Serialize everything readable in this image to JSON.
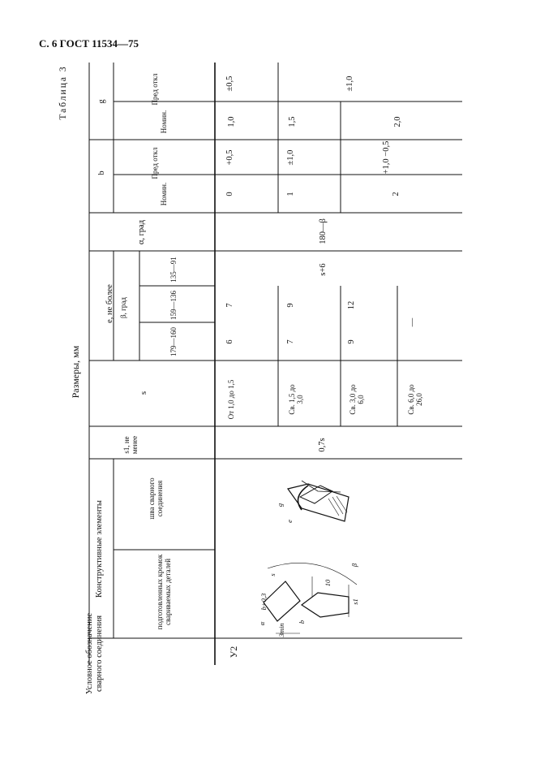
{
  "page_header": "С. 6 ГОСТ 11534—75",
  "table_title": "Таблица 3",
  "units": "Размеры, мм",
  "columns": {
    "designation": "Условное обозначение сварного соединения",
    "elements": "Конструктивные элементы",
    "prepared_edges": "подготовленных кромок свариваемых деталей",
    "weld": "шва сварного соединения",
    "s1": "s1, не менее",
    "s": "s",
    "e": "e, не более",
    "beta": "β, град",
    "beta_ranges": [
      "179—160",
      "159—136",
      "135—91"
    ],
    "alpha": "α, град",
    "b": "b",
    "g": "g",
    "nom": "Номин.",
    "tol": "Пред откл"
  },
  "row": {
    "designation": "У2",
    "s1": "0,7s",
    "s_ranges": [
      "От 1,0 до 1,5",
      "Св. 1,5 до 3,0",
      "Св. 3,0 до 6,0",
      "Св. 6,0 до 26,0"
    ],
    "e_179_160": [
      "6",
      "7",
      "9"
    ],
    "e_159_136": [
      "7",
      "9",
      "12"
    ],
    "e_135_91": "s+6",
    "e_dash": "—",
    "alpha": "180—β",
    "b_nom": [
      "0",
      "1",
      "2"
    ],
    "b_tol": [
      "+0,5",
      "±1,0",
      "+1,0 −0,5"
    ],
    "g_nom": [
      "1,0",
      "1,5",
      "2,0"
    ],
    "g_tol": [
      "±0,5",
      "±1,0"
    ]
  },
  "drawing_labels": {
    "dim_s": "s",
    "dim_b03": "b+0,3",
    "dim_alpha": "α",
    "dim_3min": "3min",
    "dim_beta": "β",
    "dim_s1": "s1",
    "dim_b": "b",
    "dim_gap": "10",
    "dim_g": "g",
    "dim_e": "e"
  }
}
